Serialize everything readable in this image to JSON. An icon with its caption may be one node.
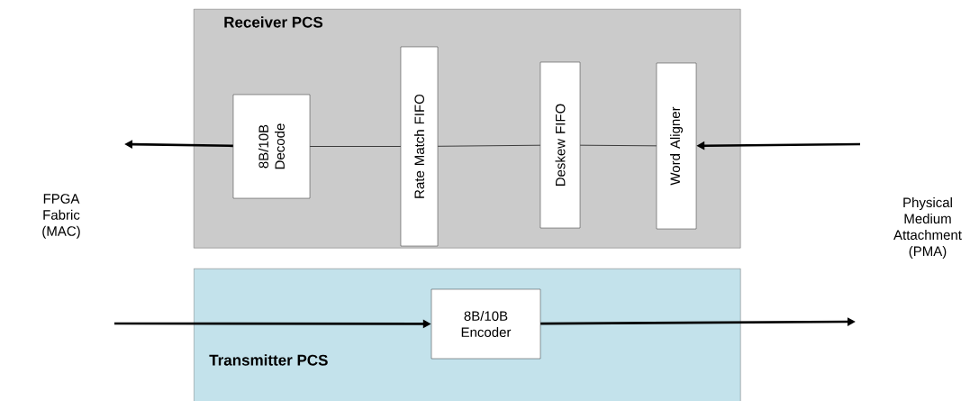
{
  "diagram": {
    "nodes": [
      {
        "text": [
          "Receiver PCS"
        ]
      },
      {
        "text": [
          "8B/10B Decode"
        ],
        "in": 0
      },
      {
        "text": [
          "Rate Match FIFO"
        ],
        "in": 0
      },
      {
        "text": [
          "Deskew FIFO"
        ],
        "in": 0
      },
      {
        "text": [
          "Word Aligner"
        ],
        "in": 0
      },
      {
        "text": [
          "Transmitter PCS"
        ]
      },
      {
        "text": [
          "8B/10B Encoder"
        ],
        "in": 5
      }
    ],
    "edges": [
      {
        "from": 1,
        "to": null,
        "arrow": "to"
      },
      {
        "from": 2,
        "to": 1,
        "arrow": "none"
      },
      {
        "from": 3,
        "to": 2,
        "arrow": "none"
      },
      {
        "from": 4,
        "to": 3,
        "arrow": "none"
      },
      {
        "from": null,
        "to": 4,
        "arrow": "to"
      },
      {
        "from": null,
        "to": 6,
        "arrow": "to"
      },
      {
        "from": 6,
        "to": null,
        "arrow": "to"
      }
    ],
    "labels": [
      "FPGA Fabric (MAC)",
      "Physical Medium Attachment (PMA)"
    ]
  }
}
